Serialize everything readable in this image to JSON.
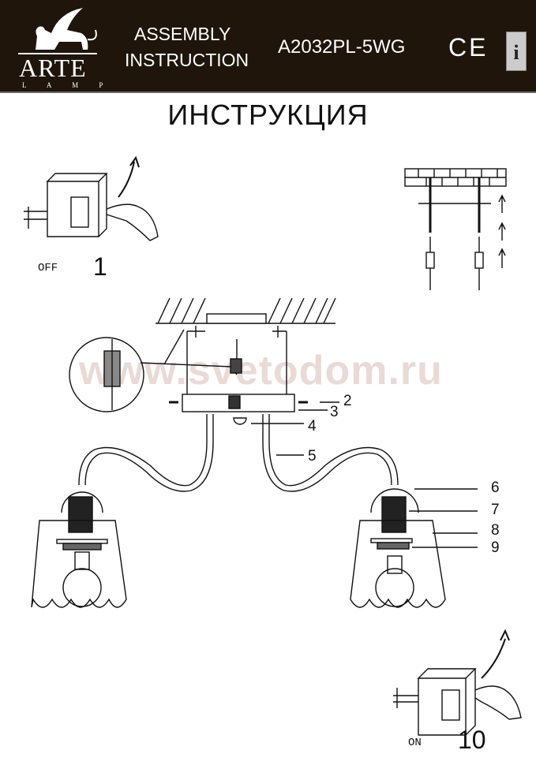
{
  "header": {
    "brand": "ARTE",
    "brand_sub": "L A M P",
    "title_line1": "ASSEMBLY",
    "title_line2": "INSTRUCTION",
    "model": "A2032PL-5WG",
    "ce_mark": "CE",
    "info_icon": "i"
  },
  "page_title": "ИНСТРУКЦИЯ",
  "watermark": "www.svetodom.ru",
  "steps": {
    "step1": {
      "state": "OFF",
      "number": "1"
    },
    "step10": {
      "state": "ON",
      "number": "10"
    }
  },
  "parts": [
    "2",
    "3",
    "4",
    "5",
    "6",
    "7",
    "8",
    "9"
  ]
}
